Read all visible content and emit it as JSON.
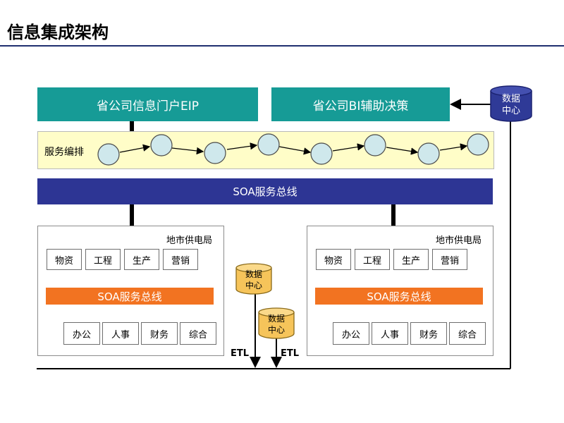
{
  "title": "信息集成架构",
  "top": {
    "eip": "省公司信息门户EIP",
    "bi": "省公司BI辅助决策"
  },
  "orchestration_label": "服务编排",
  "soa_bus_main": "SOA服务总线",
  "datacenter": {
    "top": "数据",
    "bottom": "中心"
  },
  "left_panel": {
    "label": "地市供电局",
    "row1": [
      "物资",
      "工程",
      "生产",
      "营销"
    ],
    "bus": "SOA服务总线",
    "row2": [
      "办公",
      "人事",
      "财务",
      "综合"
    ]
  },
  "right_panel": {
    "label": "地市供电局",
    "row1": [
      "物资",
      "工程",
      "生产",
      "营销"
    ],
    "bus": "SOA服务总线",
    "row2": [
      "办公",
      "人事",
      "财务",
      "综合"
    ]
  },
  "etl_left": "ETL",
  "etl_right": "ETL",
  "colors": {
    "teal": "#169b96",
    "navy": "#2d3594",
    "orange": "#f27321",
    "node": "#cfe8ec",
    "db_blue": "#2f3a97",
    "db_yellow": "#f6c45a"
  }
}
